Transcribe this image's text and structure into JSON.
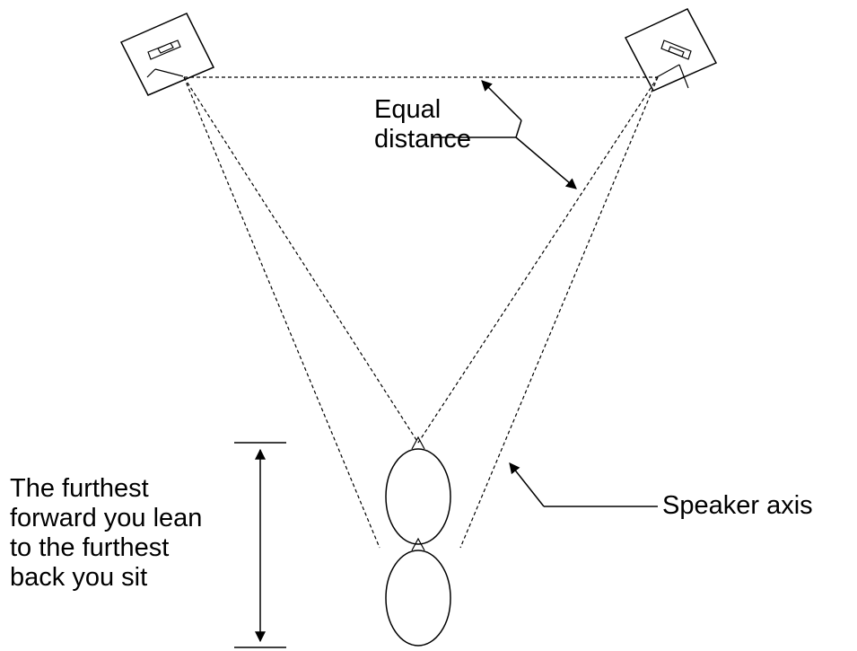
{
  "labels": {
    "equal_distance": [
      "Equal",
      "distance"
    ],
    "speaker_axis": "Speaker axis",
    "listening_range": [
      "The furthest",
      "forward you lean",
      "to the furthest",
      "back you sit"
    ]
  },
  "colors": {
    "line": "#000000",
    "background": "#ffffff"
  },
  "icons": {
    "left_speaker": "speaker-icon",
    "right_speaker": "speaker-icon",
    "front_head": "listener-head-icon",
    "back_head": "listener-head-icon"
  }
}
